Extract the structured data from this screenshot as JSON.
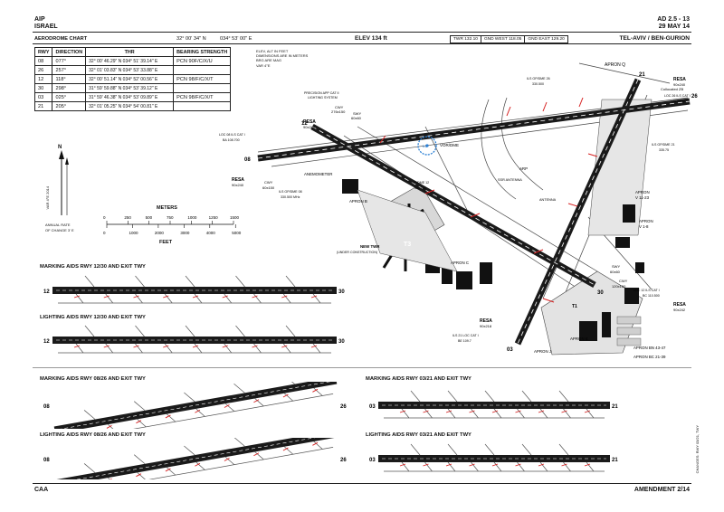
{
  "header": {
    "aip": "AIP",
    "country": "ISRAEL",
    "page_id": "AD 2.5 - 13",
    "date": "29 MAY 14",
    "chart_title": "AERODROME CHART",
    "arp_lat": "32° 00' 34\" N",
    "arp_lon": "034° 53' 00\" E",
    "elevation": "ELEV 134 ft",
    "twr": "TWR 132.10",
    "gnd_west": "GND WEST 118.05",
    "gnd_east": "GND EAST 129.20",
    "airport": "TEL-AVIV / BEN-GURION"
  },
  "notes": {
    "line1": "ELEV, ALT IN FEET",
    "line2": "DIMENSIONS ARE IN METERS",
    "line3": "BRG ARE MAG",
    "line4": "VAR 4°E"
  },
  "runway_table": {
    "headers": [
      "RWY",
      "DIRECTION",
      "THR",
      "BEARING STRENGTH"
    ],
    "rows": [
      {
        "rwy": "08",
        "dir": "077°",
        "thr": "32° 00' 46.29\" N  034° 51' 39.14\" E",
        "bs": "PCN 90F/C/X/U"
      },
      {
        "rwy": "26",
        "dir": "257°",
        "thr": "32° 01' 03.83\" N  034° 53' 33.88\" E",
        "bs": ""
      },
      {
        "rwy": "12",
        "dir": "118°",
        "thr": "32° 00' 51.14\" N  034° 52' 00.56\" E",
        "bs": "PCN 98/F/C/X/T"
      },
      {
        "rwy": "30",
        "dir": "298°",
        "thr": "31° 59' 59.88\" N  034° 53' 39.12\" E",
        "bs": ""
      },
      {
        "rwy": "03",
        "dir": "025°",
        "thr": "31° 59' 46.38\" N  034° 53' 09.89\" E",
        "bs": "PCN 98/F/C/X/T"
      },
      {
        "rwy": "21",
        "dir": "205°",
        "thr": "32° 01' 05.25\" N  034° 54' 00.81\" E",
        "bs": ""
      }
    ]
  },
  "map": {
    "north": "N",
    "var_note": "VAR 4°E 2014",
    "annual_rate": "ANNUAL RATE",
    "annual_rate2": "OF CHANGE 3' E",
    "scale_top_label": "METERS",
    "scale_bottom_label": "FEET",
    "scale_m": [
      "0",
      "250",
      "500",
      "750",
      "1000",
      "1250",
      "1500"
    ],
    "scale_ft": [
      "0",
      "1000",
      "2000",
      "3000",
      "4000",
      "5000"
    ],
    "labels": {
      "apron_q": "APRON Q",
      "resa_ne": "RESA",
      "resa_ne_dim": "90x240",
      "loc26": "LOC 26 ILS CAT I",
      "loc26f": "110.900",
      "resa_nw": "RESA",
      "resa_nw_dim": "90x240",
      "resa_w": "RESA",
      "resa_w_dim": "90x240",
      "cwy_w": "CWY",
      "cwy_w_dim": "60x150",
      "cwy_n": "CWY",
      "cwy_n_dim": "276x150",
      "swy_n": "SWY",
      "swy_n_dim": "60x60",
      "anemometer": "ANEMOMETER",
      "vor": "VOR/DME",
      "vor_id": "LS",
      "arp": "ARP",
      "ssr": "SSR ANTENNA",
      "antenna": "ANTENNA",
      "t3": "T3",
      "new_twr": "NEW TWR",
      "new_twr_note": "(UNDER CONSTRUCTION)",
      "apron_b": "APRON B",
      "apron_c": "APRON C",
      "apron_v": "APRON",
      "apron_v2": "V 11-23",
      "apron_k": "APRON",
      "apron_k2": "V 1-8",
      "apron_j": "APRON J",
      "apron_e": "APRON E",
      "apron_bn": "APRON BN 43-47",
      "apron_bc": "APRON BC 21-39",
      "resa_s": "RESA",
      "resa_s_dim": "90x218",
      "resa_se": "RESA",
      "resa_se_dim": "90x242",
      "ils21": "ILS 21 LOC CAT I",
      "ils21f": "BE 109.7",
      "ils12": "LOC 12 ILS CAT I",
      "ils12f": "BC 110.500",
      "gp_dme12": "GP/DME 12",
      "gp_dme12f": "330.000",
      "gp_dme26": "ILS GP/DME 26",
      "gp_dme26f": "330.500",
      "gp_dme21": "ILS GP/DME 21",
      "gp_dme21f": "335.75",
      "loc08": "LOC 08 ILS CAT I",
      "loc08f": "BA 108.700",
      "gp_dme08": "ILS GP/DME 08",
      "gp_dme08f": "330.500 MHz",
      "t1": "T1",
      "collocated": "Collocated ZB",
      "swy_e": "SWY",
      "swy_e_dim": "60x60",
      "cwy_e": "CWY",
      "cwy_e_dim": "120x150",
      "precision": "PRECISION APP CAT II",
      "precision2": "LIGHTING SYSTEM"
    },
    "rwy_numbers": {
      "r08": "08",
      "r26": "26",
      "r12": "12",
      "r30": "30",
      "r03": "03",
      "r21": "21"
    }
  },
  "panels": {
    "p1": "MARKING AIDS RWY 12/30 AND EXIT TWY",
    "p2": "LIGHTING AIDS RWY 12/30 AND EXIT TWY",
    "p3": "MARKING AIDS RWY 08/26 AND EXIT TWY",
    "p4": "LIGHTING AIDS RWY 08/26 AND EXIT TWY",
    "p5": "MARKING AIDS RWY 03/21 AND EXIT TWY",
    "p6": "LIGHTING AIDS RWY 03/21 AND EXIT TWY",
    "p1_ends": [
      "12",
      "30"
    ],
    "p3_ends": [
      "08",
      "26"
    ],
    "p5_ends": [
      "03",
      "21"
    ]
  },
  "footer": {
    "left": "CAA",
    "right": "AMENDMENT 2/14",
    "side_note": "CHANGES: RWY 03/21, TWY"
  },
  "colors": {
    "runway": "#1a1a1a",
    "marking": "#d62020",
    "text": "#111111",
    "vor": "#2a7fd4"
  }
}
